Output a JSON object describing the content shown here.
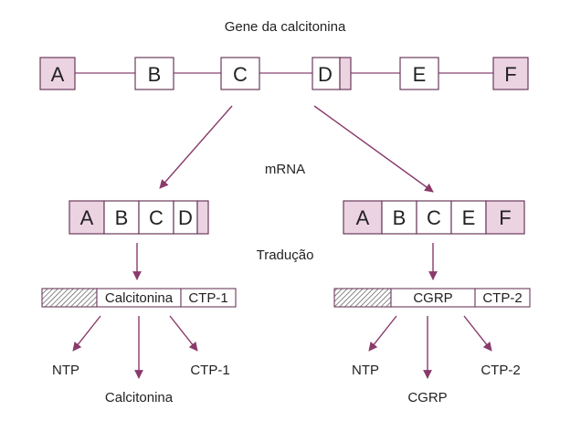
{
  "gene_title": "Gene da calcitonina",
  "mrna_label": "mRNA",
  "translation_label": "Tradução",
  "gene_exons": [
    "A",
    "B",
    "C",
    "D",
    "E",
    "F"
  ],
  "mrna_left": [
    "A",
    "B",
    "C",
    "D"
  ],
  "mrna_right": [
    "A",
    "B",
    "C",
    "E",
    "F"
  ],
  "protein_left": {
    "seg1": "Calcitonina",
    "seg2": "CTP-1"
  },
  "protein_right": {
    "seg1": "CGRP",
    "seg2": "CTP-2"
  },
  "products_left": {
    "ntp": "NTP",
    "main": "Calcitonina",
    "ctp": "CTP-1"
  },
  "products_right": {
    "ntp": "NTP",
    "main": "CGRP",
    "ctp": "CTP-2"
  },
  "colors": {
    "pink": "#ecd3e2",
    "line": "#8a4470",
    "arrow": "#8a3a6a",
    "box_border": "#6b3b5c"
  }
}
